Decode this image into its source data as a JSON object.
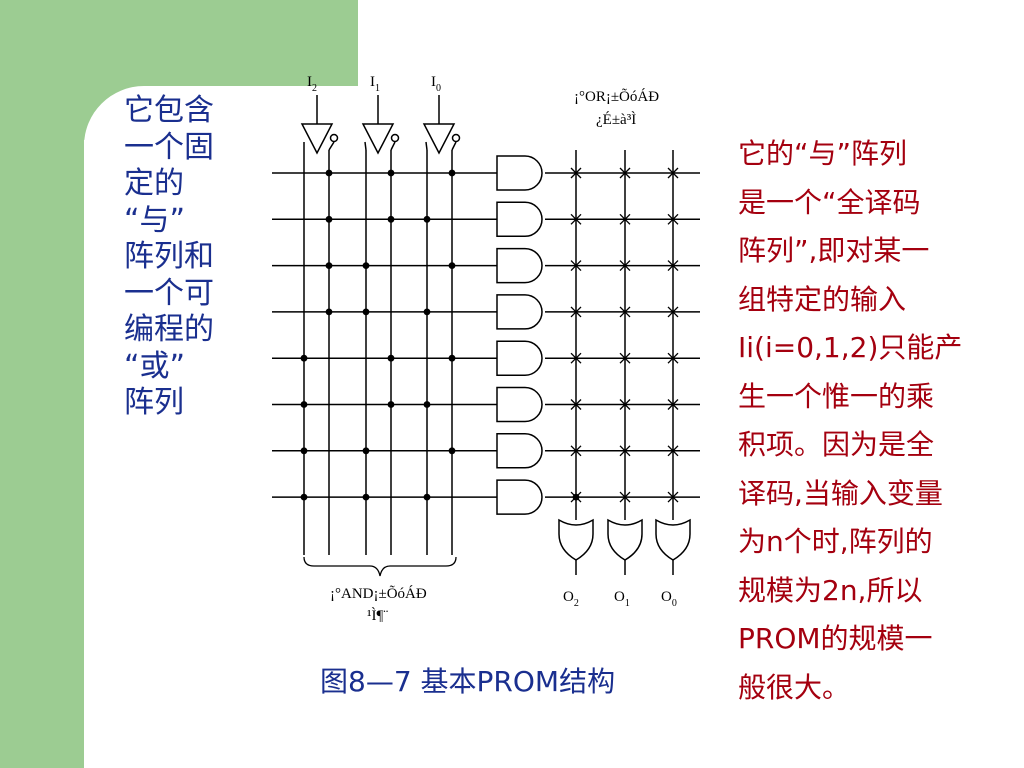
{
  "left_text_lines": [
    "它包含",
    "一个固",
    "定的",
    "“与”",
    "阵列和",
    "一个可",
    "编程的",
    "“或”",
    "阵列"
  ],
  "right_text_lines": [
    "它的“与”阵列",
    "是一个“全译码",
    "阵列”,即对某一",
    "组特定的输入",
    "Ii(i=0,1,2)只能产",
    "生一个惟一的乘",
    "积项。因为是全",
    "译码,当输入变量",
    "为n个时,阵列的",
    "规模为2n,所以",
    "PROM的规模一",
    "般很大。"
  ],
  "caption": "图8—7   基本PROM结构",
  "diagram": {
    "inputs": [
      {
        "name": "I",
        "sub": "2"
      },
      {
        "name": "I",
        "sub": "1"
      },
      {
        "name": "I",
        "sub": "0"
      }
    ],
    "outputs": [
      {
        "name": "O",
        "sub": "2"
      },
      {
        "name": "O",
        "sub": "1"
      },
      {
        "name": "O",
        "sub": "0"
      }
    ],
    "or_array_label_line1": "¡°OR¡±ÕóÁÐ",
    "or_array_label_line2": "¿É±à³Ì",
    "and_array_label_line1": "¡°AND¡±ÕóÁÐ",
    "and_array_label_line2": "¹Ì¶¨",
    "and_gate_count": 8,
    "or_gate_count": 3
  },
  "colors": {
    "background_accent": "#9ccc92",
    "left_text": "#1a2f8f",
    "right_text": "#a4000f",
    "caption": "#1a2f8f"
  }
}
